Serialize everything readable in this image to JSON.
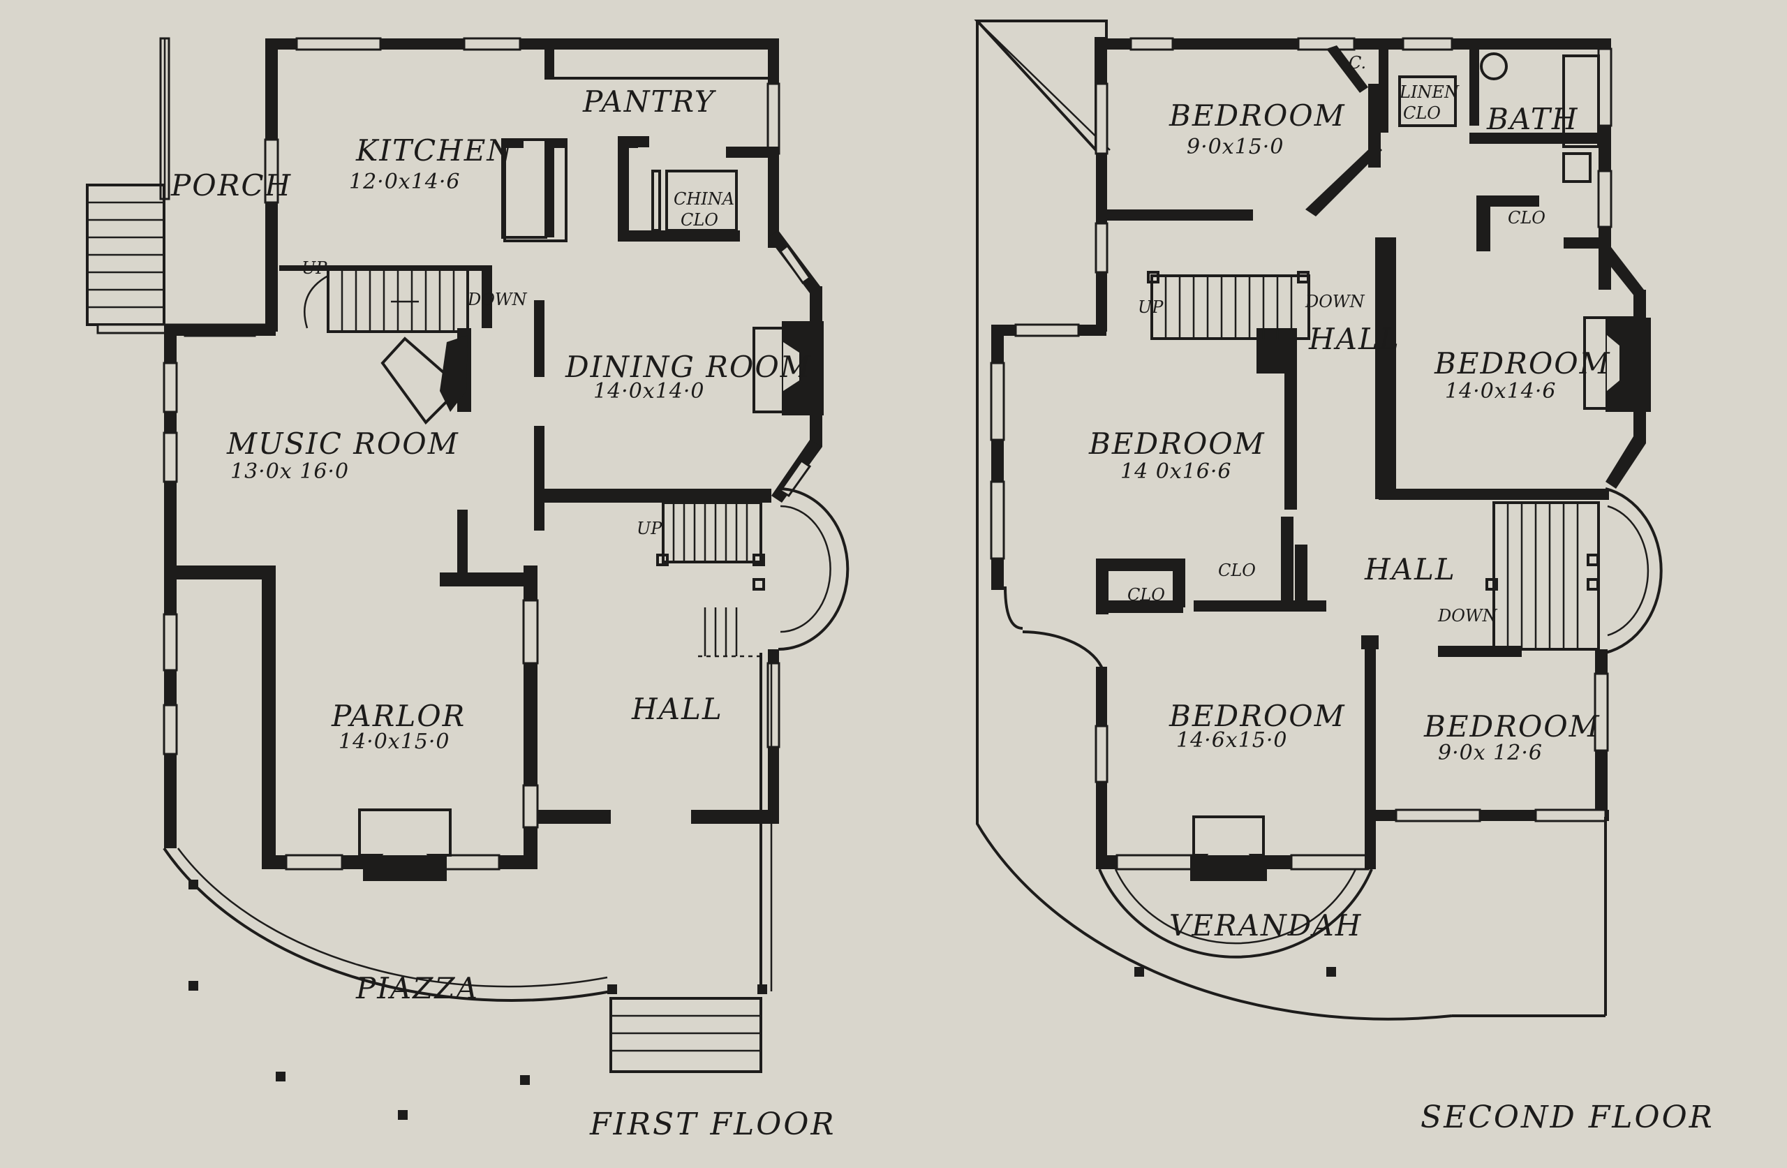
{
  "first_floor": {
    "title": "FIRST FLOOR",
    "rooms": {
      "pantry": "PANTRY",
      "kitchen": "KITCHEN",
      "kitchen_dim": "12·0x14·6",
      "porch": "PORCH",
      "china_closet": "CHINA",
      "china_closet_2": "CLO",
      "dining": "DINING ROOM",
      "dining_dim": "14·0x14·0",
      "music": "MUSIC ROOM",
      "music_dim": "13·0x 16·0",
      "parlor": "PARLOR",
      "parlor_dim": "14·0x15·0",
      "hall": "HALL",
      "piazza": "PIAZZA"
    },
    "stair_labels": {
      "up_back": "UP",
      "down": "DOWN",
      "up_front": "UP"
    }
  },
  "second_floor": {
    "title": "SECOND FLOOR",
    "rooms": {
      "bed_nw": "BEDROOM",
      "bed_nw_dim": "9·0x15·0",
      "closet_c": "C.",
      "linen": "LINEN",
      "linen_2": "CLO",
      "bath": "BATH",
      "clo_ne": "CLO",
      "hall_upper": "HALL",
      "bed_e": "BEDROOM",
      "bed_e_dim": "14·0x14·6",
      "bed_w": "BEDROOM",
      "bed_w_dim": "14 0x16·6",
      "clo_a": "CLO",
      "clo_b": "CLO",
      "hall_lower": "HALL",
      "bed_sw": "BEDROOM",
      "bed_sw_dim": "14·6x15·0",
      "bed_se": "BEDROOM",
      "bed_se_dim": "9·0x 12·6",
      "verandah": "VERANDAH"
    },
    "stair_labels": {
      "up": "UP",
      "down": "DOWN",
      "down_2": "DOWN"
    }
  }
}
